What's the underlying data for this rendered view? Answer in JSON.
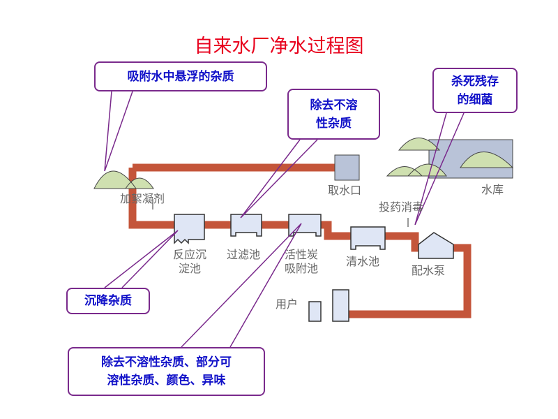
{
  "title": "自来水厂净水过程图",
  "labels": {
    "coagulant": "加絮凝剂",
    "intake": "取水口",
    "reservoir": "水库",
    "disinfect": "投药消毒",
    "settle": "反应沉\n淀池",
    "filter": "过滤池",
    "carbon": "活性炭\n吸附池",
    "clear": "清水池",
    "pump": "配水泵",
    "user": "用户"
  },
  "callouts": {
    "adsorb": "吸附水中悬浮的杂质",
    "insoluble": "除去不溶\n性杂质",
    "bacteria": "杀死残存\n的细菌",
    "sediment": "沉降杂质",
    "carbon": "除去不溶性杂质、部分可\n溶性杂质、颜色、异味"
  },
  "colors": {
    "pipe": "#c4553a",
    "callout_border": "#7a2a8c",
    "callout_text": "#1010c8",
    "title": "#e8001c",
    "tank": "#dfe6f5"
  }
}
